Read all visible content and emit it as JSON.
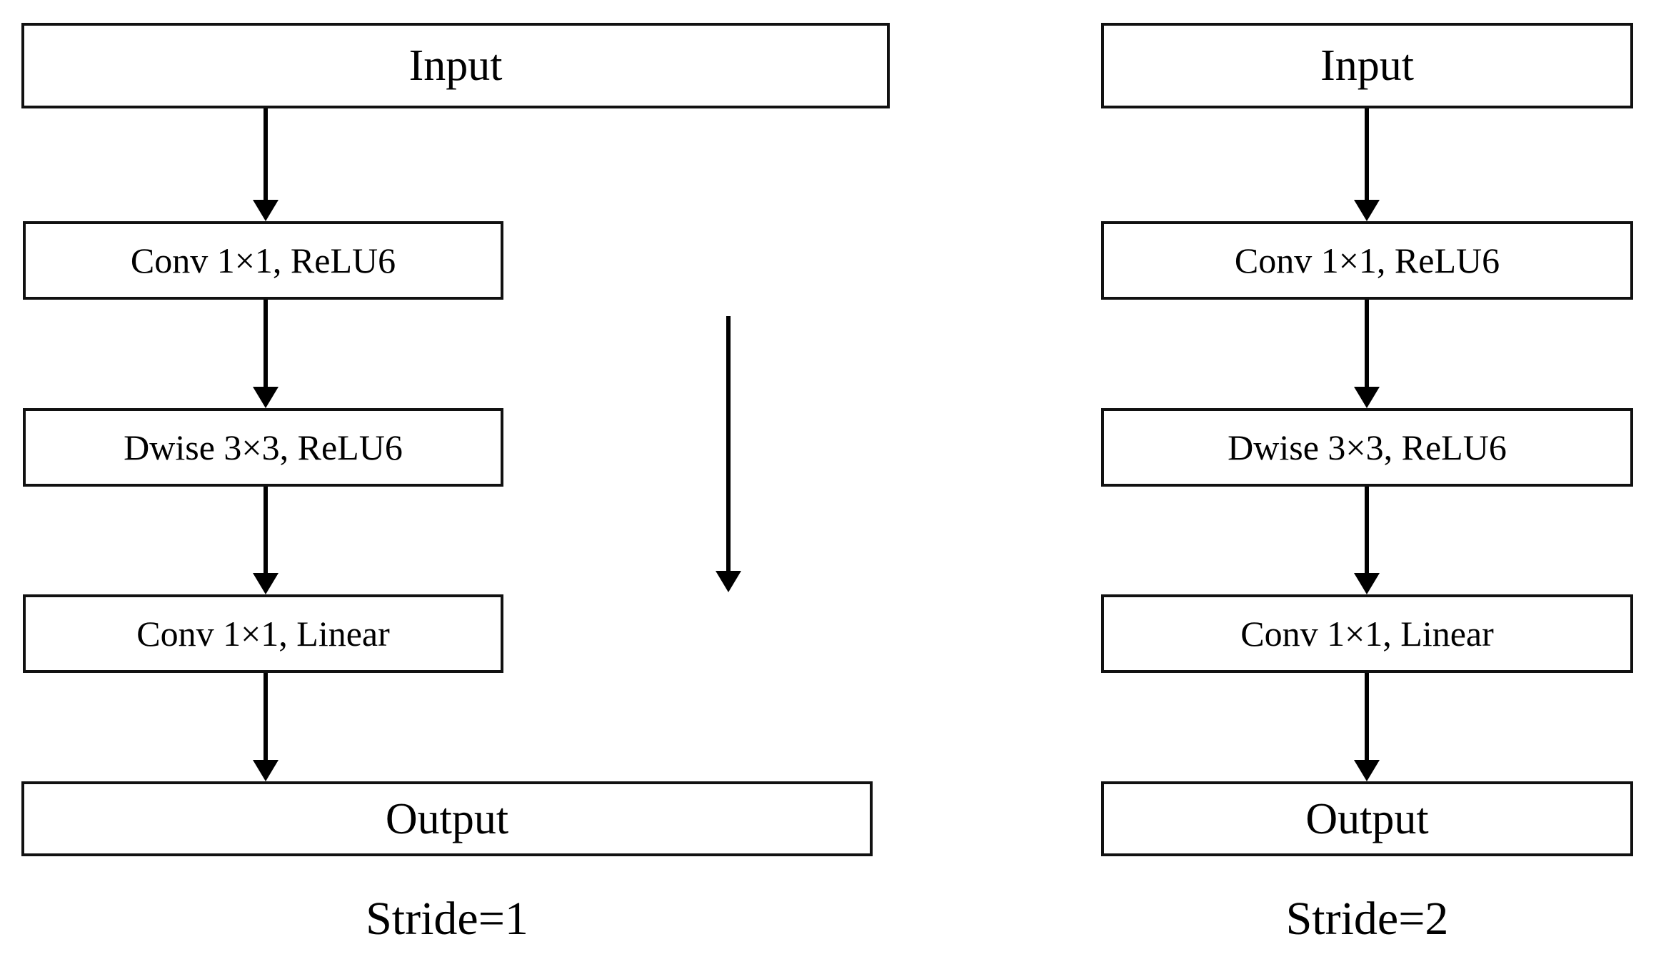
{
  "figure": {
    "type": "diagram",
    "description": "Inverted residual bottleneck blocks: stride 1 and stride 2 variants",
    "background_color": "#ffffff",
    "stroke_color": "#000000"
  },
  "columns": [
    {
      "id": "stride1",
      "caption": "Stride=1",
      "nodes": [
        {
          "id": "input",
          "label": "Input"
        },
        {
          "id": "conv1",
          "label": "Conv 1×1, ReLU6"
        },
        {
          "id": "dwise",
          "label": "Dwise 3×3, ReLU6"
        },
        {
          "id": "conv2",
          "label": "Conv 1×1, Linear"
        },
        {
          "id": "output",
          "label": "Output"
        }
      ],
      "edges": [
        {
          "from": "input",
          "to": "conv1"
        },
        {
          "from": "conv1",
          "to": "dwise"
        },
        {
          "from": "dwise",
          "to": "conv2"
        },
        {
          "from": "conv2",
          "to": "output"
        }
      ]
    },
    {
      "id": "stride2",
      "caption": "Stride=2",
      "nodes": [
        {
          "id": "input",
          "label": "Input"
        },
        {
          "id": "conv1",
          "label": "Conv 1×1, ReLU6"
        },
        {
          "id": "dwise",
          "label": "Dwise 3×3, ReLU6"
        },
        {
          "id": "conv2",
          "label": "Conv 1×1, Linear"
        },
        {
          "id": "output",
          "label": "Output"
        }
      ],
      "edges": [
        {
          "from": "input",
          "to": "conv1"
        },
        {
          "from": "conv1",
          "to": "dwise"
        },
        {
          "from": "dwise",
          "to": "conv2"
        },
        {
          "from": "conv2",
          "to": "output"
        }
      ]
    }
  ],
  "standalone_arrow": {
    "id": "center-flow-arrow",
    "label": "",
    "direction": "down"
  }
}
